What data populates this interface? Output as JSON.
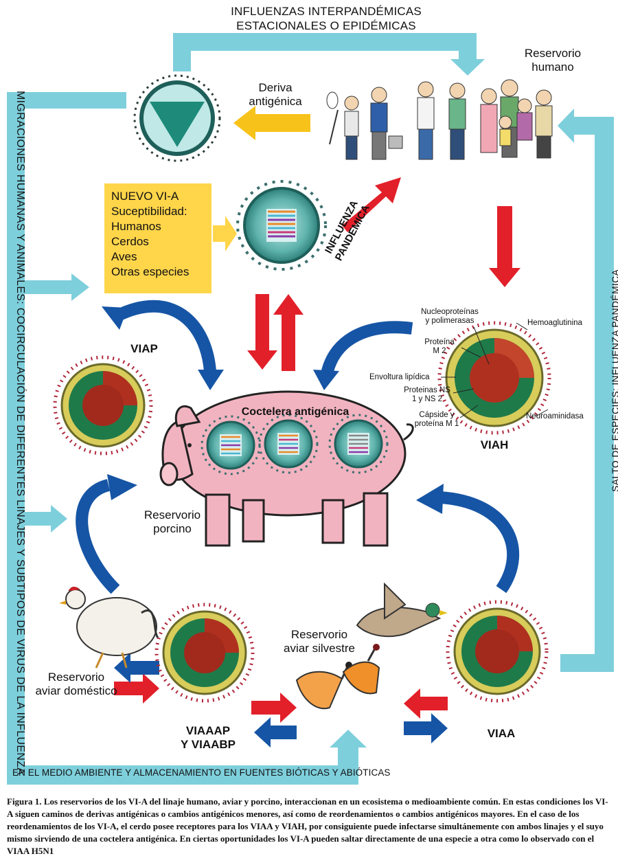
{
  "title_line1": "INFLUENZAS INTERPANDÉMICAS",
  "title_line2": "ESTACIONALES O EPIDÉMICAS",
  "left_vertical_label": "MIGRACIONES  HUMANAS  Y  ANIMALES: COCIRCULACIÓN DE DIFERENTES LINAJES Y SUBTIPOS DE VIRUS DE LA INFLUENZA",
  "right_vertical_label": "SALTO DE ESPECIES: INFLUENZA PANDÉMICA",
  "bottom_band_label": "EN EL MEDIO AMBIENTE Y ALMACENAMIENTO EN FUENTES BIÓTICAS Y ABIÓTICAS",
  "deriva_line1": "Deriva",
  "deriva_line2": "antigénica",
  "reservorio_humano_line1": "Reservorio",
  "reservorio_humano_line2": "humano",
  "nuevo_box": {
    "title": "NUEVO VI-A",
    "susceptibilidad": "Suceptibilidad:",
    "items": [
      "Humanos",
      "Cerdos",
      "Aves",
      "Otras especies"
    ]
  },
  "influenza_pandemica_line1": "INFLUENZA",
  "influenza_pandemica_line2": "PANDEMICA",
  "viap": "VIAP",
  "viah": "VIAH",
  "viaa": "VIAA",
  "viaaap_line1": "VIAAAP",
  "viaaap_line2": "Y VIAABP",
  "coctelera": "Coctelera antigénica",
  "reservorio_porcino_line1": "Reservorio",
  "reservorio_porcino_line2": "porcino",
  "reservorio_domestico_line1": "Reservorio",
  "reservorio_domestico_line2": "aviar doméstico",
  "reservorio_silvestre_line1": "Reservorio",
  "reservorio_silvestre_line2": "aviar silvestre",
  "viah_parts": {
    "nucleo_line1": "Nucleoproteínas",
    "nucleo_line2": "y polimerasas",
    "hemo": "Hemoaglutinina",
    "proteina_m2_line1": "Proteína",
    "proteina_m2_line2": "M 2",
    "envoltura": "Envoltura lipídica",
    "ns_line1": "Proteinas NS",
    "ns_line2": "1 y NS 2",
    "capside_line1": "Cápside y",
    "capside_line2": "proteína M 1",
    "neura": "Neuroaminidasa"
  },
  "caption": {
    "figure_label": "Figura 1.",
    "text": "Los reservorios de los VI-A del linaje humano, aviar y porcino, interaccionan en un ecosistema o medioambiente común. En estas condiciones los VI-A siguen caminos de derivas antigénicas o cambios antigénicos menores, así como de reordenamientos o cambios antigénicos mayores. En el caso de los reordenamientos de los VI-A, el cerdo  posee  receptores  para los VIAA y VIAH, por  consiguiente puede infectarse  simultánemente con ambos linajes y el suyo mismo sirviendo de una coctelera  antigénica. En  ciertas oportunidades los VI-A pueden saltar directamente de una especie a otra como lo observado con el VIAA  H5N1"
  },
  "colors": {
    "teal_band": "#7ecfdc",
    "red_arrow": "#e2202a",
    "blue_arrow": "#1655a5",
    "yellow_arrow": "#f7c31b",
    "pig": "#f2b3c0",
    "yellow_box": "#ffd54a"
  },
  "icons": [
    "virus-icon",
    "pig-icon",
    "people-icon",
    "chicken-icon",
    "duck-icon"
  ]
}
